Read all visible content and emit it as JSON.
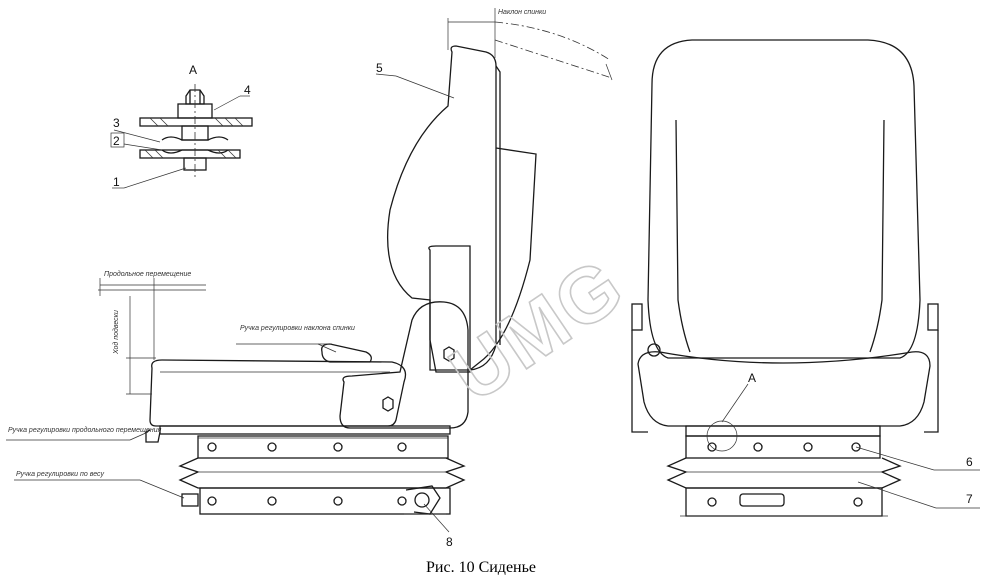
{
  "caption": "Рис. 10  Сиденье",
  "watermark": "UMG",
  "view_label": "А",
  "callouts": [
    "1",
    "2",
    "3",
    "4",
    "5",
    "6",
    "7",
    "8"
  ],
  "annotations": {
    "backrest_tilt": "Наклон спинки",
    "longitudinal_move": "Продольное перемещение",
    "height_adjust": "Ход подвески",
    "backrest_handle": "Ручка регулировки наклона спинки",
    "longitudinal_handle": "Ручка регулировки продольного перемещения",
    "weight_handle": "Ручка регулировки по весу"
  }
}
